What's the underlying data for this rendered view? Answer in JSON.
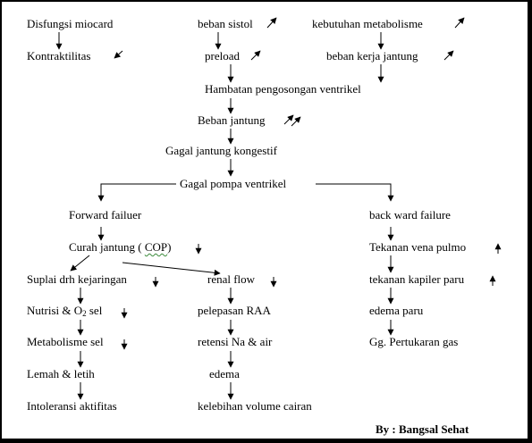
{
  "nodes": {
    "disfungsi_miocard": "Disfungsi miocard",
    "kontraktilitas": "Kontraktilitas",
    "beban_sistol": "beban sistol",
    "preload": "preload",
    "kebutuhan_metabolisme": "kebutuhan metabolisme",
    "beban_kerja_jantung": "beban kerja jantung",
    "hambatan_pengosongan": "Hambatan pengosongan ventrikel",
    "beban_jantung": "Beban jantung",
    "gagal_jantung_kongestif": "Gagal jantung kongestif",
    "gagal_pompa_ventrikel": "Gagal pompa ventrikel",
    "forward_failure": "Forward failuer",
    "curah_jantung_prefix": "Curah jantung ( ",
    "curah_jantung_cop": "COP",
    "curah_jantung_suffix": ")",
    "suplai_darah": "Suplai drh kejaringan",
    "renal_flow": "renal flow",
    "nutrisi_prefix": "Nutrisi & O",
    "nutrisi_sub": "2",
    "nutrisi_suffix": " sel",
    "pelepasan_raa": "pelepasan RAA",
    "metabolisme_sel": "Metabolisme  sel",
    "retensi_na_air": "retensi  Na & air",
    "lemah_letih": "Lemah & letih",
    "edema": "edema",
    "intoleransi_aktifitas": "Intoleransi aktifitas",
    "kelebihan_volume": "kelebihan volume cairan",
    "backward_failure": "back ward failure",
    "tekanan_vena_pulmo": "Tekanan vena pulmo",
    "tekanan_kapiler_paru": "tekanan kapiler paru",
    "edema_paru": "edema paru",
    "gg_pertukaran_gas": "Gg. Pertukaran gas"
  },
  "credit": "By : Bangsal Sehat",
  "indicators": {
    "kontraktilitas": "decrease",
    "beban_sistol": "increase",
    "preload": "increase",
    "kebutuhan_metabolisme": "increase",
    "beban_kerja_jantung": "increase",
    "beban_jantung": "double-increase",
    "curah_jantung": "down",
    "suplai_darah": "down",
    "renal_flow": "down",
    "nutrisi_o2": "down",
    "metabolisme_sel": "down",
    "tekanan_vena_pulmo": "up",
    "tekanan_kapiler_paru": "up"
  }
}
